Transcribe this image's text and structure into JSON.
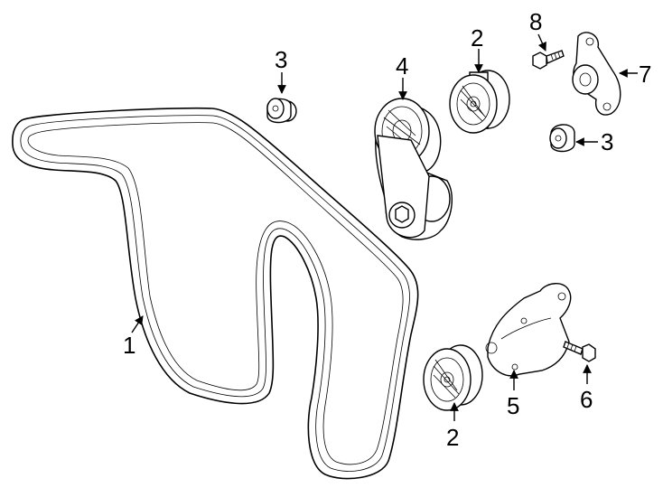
{
  "callouts": {
    "belt": "1",
    "idler_pulley_top": "2",
    "idler_pulley_bottom": "2",
    "cap_left": "3",
    "cap_right": "3",
    "tensioner": "4",
    "bracket": "5",
    "bolt_bracket": "6",
    "tensioner_small": "7",
    "bolt_small": "8"
  }
}
